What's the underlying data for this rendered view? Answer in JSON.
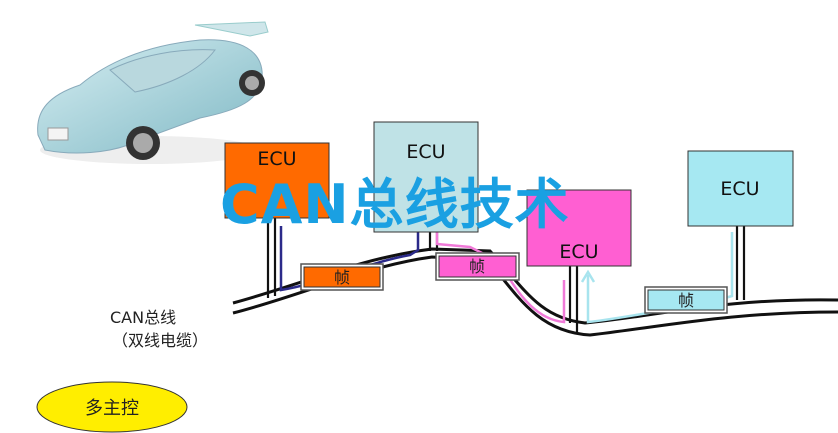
{
  "title": "CAN总线技术",
  "bus_label": {
    "line1": "CAN总线",
    "line2": "（双线电缆）"
  },
  "badge": "多主控",
  "ecus": [
    {
      "label": "ECU",
      "color": "#ff6a00"
    },
    {
      "label": "ECU",
      "color": "#bfe2e6"
    },
    {
      "label": "ECU",
      "color": "#ff5fd2"
    },
    {
      "label": "ECU",
      "color": "#a6e8f2"
    }
  ],
  "frames": [
    {
      "label": "帧",
      "color": "#ff6a00"
    },
    {
      "label": "帧",
      "color": "#ff5fd2"
    },
    {
      "label": "帧",
      "color": "#a6e8f2"
    }
  ],
  "colors": {
    "title": "#1aa0e2",
    "badge": "#ffee00",
    "arrow_navy": "#2b2a8a",
    "arrow_pink": "#f07ad8",
    "arrow_cyan": "#a8e4ee"
  }
}
